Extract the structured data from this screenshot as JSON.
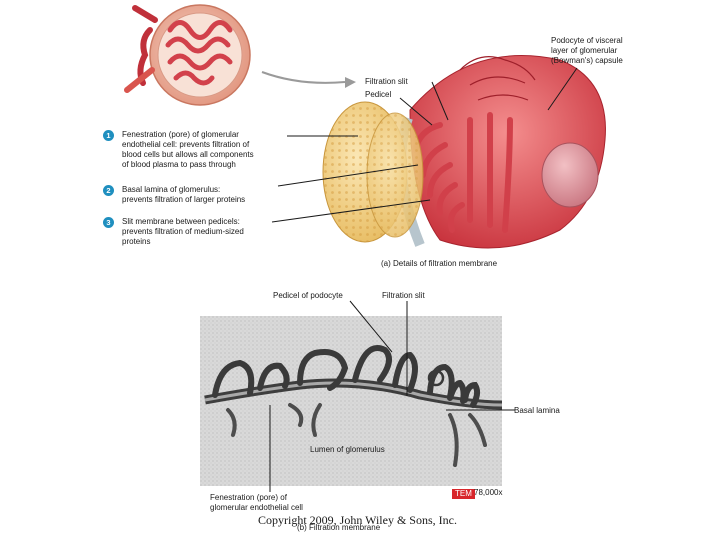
{
  "top": {
    "podocyte_label": "Podocyte of visceral\nlayer of glomerular\n(Bowman's) capsule",
    "filtration_slit": "Filtration slit",
    "pedicel": "Pedicel",
    "caption": "(a) Details of filtration membrane"
  },
  "steps": [
    {
      "num": "1",
      "text": "Fenestration (pore) of glomerular\nendothelial cell: prevents filtration of\nblood cells but allows all components\nof blood plasma to pass through"
    },
    {
      "num": "2",
      "text": "Basal lamina of glomerulus:\nprevents filtration of larger proteins"
    },
    {
      "num": "3",
      "text": "Slit membrane between pedicels:\nprevents filtration of medium-sized\nproteins"
    }
  ],
  "micro": {
    "pedicel_of_podocyte": "Pedicel of podocyte",
    "filtration_slit": "Filtration slit",
    "basal_lamina": "Basal lamina",
    "lumen": "Lumen of glomerulus",
    "fenestration": "Fenestration (pore) of\nglomerular endothelial cell",
    "tem_badge": "TEM",
    "magnification": "78,000x",
    "caption": "(b) Filtration membrane"
  },
  "copyright": "Copyright 2009, John Wiley & Sons, Inc."
}
